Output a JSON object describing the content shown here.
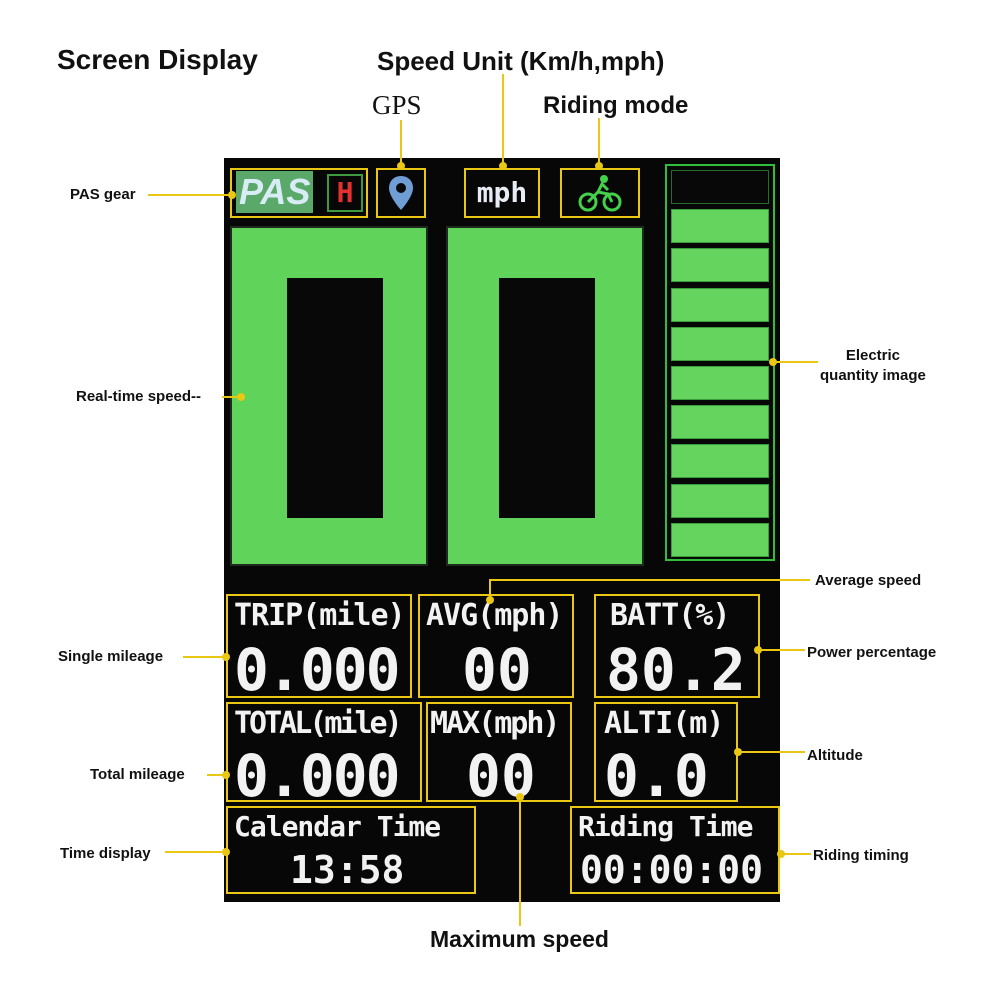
{
  "titles": {
    "screen_display": "Screen Display",
    "speed_unit": "Speed Unit (Km/h,mph)",
    "gps": "GPS",
    "riding_mode": "Riding mode"
  },
  "callouts": {
    "pas_gear": "PAS gear",
    "real_time_speed": "Real-time speed--",
    "electric_line1": "Electric",
    "electric_line2": "quantity image",
    "average_speed": "Average speed",
    "single_mileage": "Single mileage",
    "power_percentage": "Power percentage",
    "total_mileage": "Total mileage",
    "altitude": "Altitude",
    "time_display": "Time display",
    "riding_timing": "Riding timing",
    "maximum_speed": "Maximum speed"
  },
  "display": {
    "pas_label": "PAS",
    "pas_level": "H",
    "unit": "mph",
    "speed_value": "00",
    "trip_label": "TRIP(mile)",
    "trip_value": "0.000",
    "avg_label": "AVG(mph)",
    "avg_value": "00",
    "batt_label": "BATT(%)",
    "batt_value": "80.2",
    "total_label": "TOTAL(mile)",
    "total_value": "0.000",
    "max_label": "MAX(mph)",
    "max_value": "00",
    "alti_label": "ALTI(m)",
    "alti_value": "0.0",
    "calendar_label": "Calendar Time",
    "calendar_value": "13:58",
    "riding_label": "Riding Time",
    "riding_value": "00:00:00",
    "battery_bars_filled": 9,
    "battery_bars_total": 10
  },
  "colors": {
    "frame": "#e9c712",
    "segment_green": "#5fd35a",
    "screen_bg": "#070707"
  },
  "icons": [
    "gps-pin-icon",
    "cyclist-icon"
  ]
}
